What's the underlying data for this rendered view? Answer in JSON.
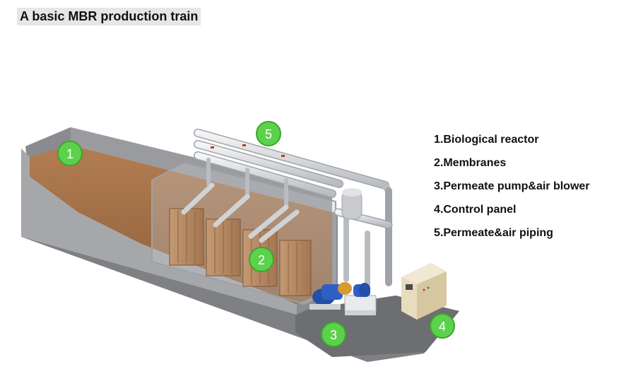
{
  "title": "A basic MBR production train",
  "legend": [
    "1.Biological reactor",
    "2.Membranes",
    "3.Permeate pump&air blower",
    "4.Control panel",
    "5.Permeate&air piping"
  ],
  "badges": [
    "1",
    "2",
    "3",
    "4",
    "5"
  ],
  "colors": {
    "badge_fill": "#5cd14b",
    "badge_stroke": "#3ea52f",
    "concrete": "#8f9093",
    "sludge": "#a0704a",
    "pipe": "#d8dadd",
    "pump_blue": "#2f5fc4",
    "panel": "#e6d8b8"
  }
}
